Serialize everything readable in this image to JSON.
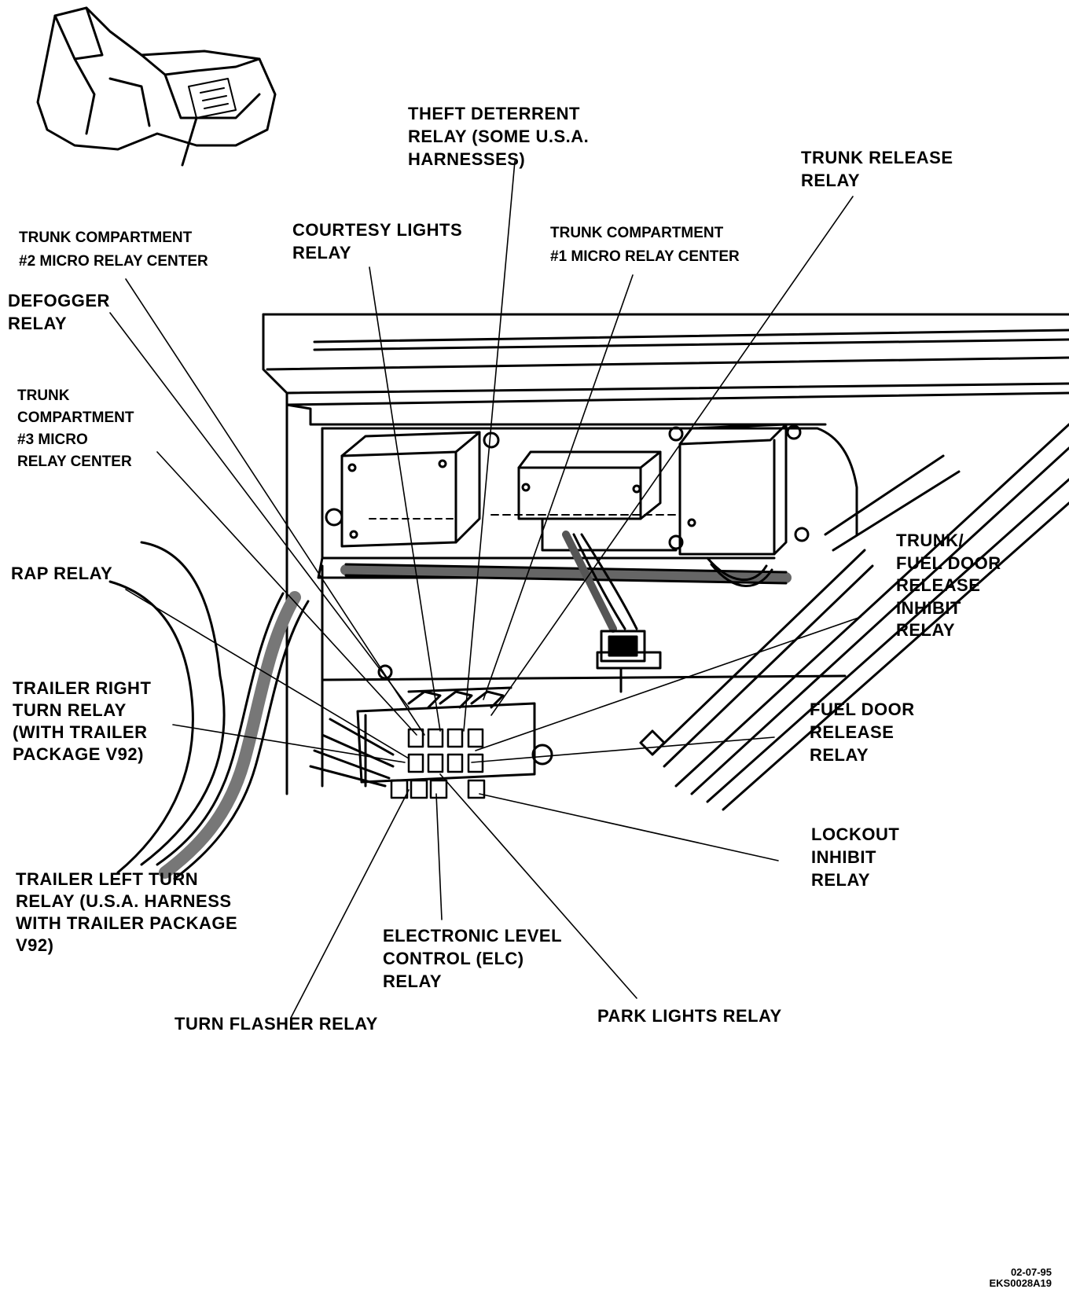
{
  "callouts": {
    "theft_deterrent": "THEFT DETERRENT\nRELAY (SOME U.S.A.\nHARNESSES)",
    "trunk_release": "TRUNK RELEASE\nRELAY",
    "trunk_mrc2": "TRUNK COMPARTMENT\n#2 MICRO RELAY CENTER",
    "courtesy_lights": "COURTESY LIGHTS\nRELAY",
    "trunk_mrc1": "TRUNK COMPARTMENT\n#1 MICRO RELAY CENTER",
    "defogger": "DEFOGGER\nRELAY",
    "trunk_mrc3": "TRUNK\nCOMPARTMENT\n#3 MICRO\nRELAY CENTER",
    "rap": "RAP RELAY",
    "trunk_fuel_door_inhibit": "TRUNK/\nFUEL DOOR\nRELEASE\nINHIBIT\nRELAY",
    "trailer_right": "TRAILER RIGHT\nTURN RELAY\n(WITH TRAILER\nPACKAGE V92)",
    "fuel_door_release": "FUEL DOOR\nRELEASE\nRELAY",
    "lockout_inhibit": "LOCKOUT\nINHIBIT\nRELAY",
    "trailer_left": "TRAILER LEFT TURN\nRELAY (U.S.A. HARNESS\nWITH TRAILER PACKAGE\nV92)",
    "elc": "ELECTRONIC LEVEL\nCONTROL (ELC)\nRELAY",
    "turn_flasher": "TURN FLASHER RELAY",
    "park_lights": "PARK LIGHTS RELAY"
  },
  "footer": {
    "date": "02-07-95",
    "code": "EKS0028A19"
  }
}
